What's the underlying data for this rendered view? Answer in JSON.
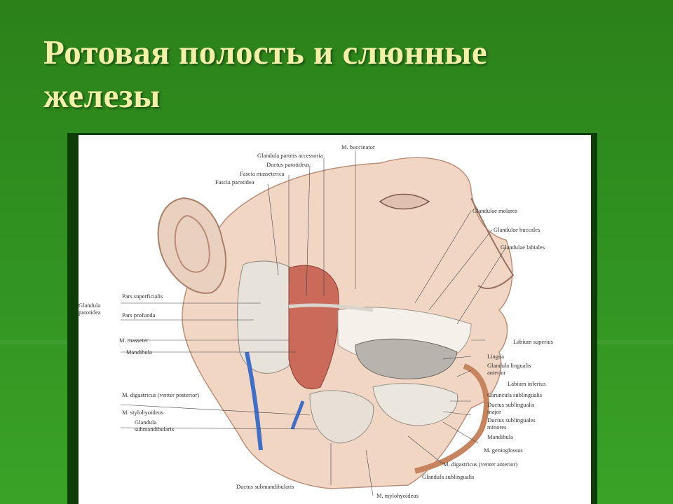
{
  "slide": {
    "title_line1": "Ротовая полость и слюнные",
    "title_line2": "железы",
    "accent_color": "#f3f0a8",
    "background_color": "#2f8a1f"
  },
  "figure": {
    "labels": {
      "m_buccinator": "M. buccinator",
      "glandula_parotis_accessoria": "Glandula parotis accessoria",
      "ductus_parotideus": "Ductus parotideus",
      "fascia_masseterica": "Fascia masseterica",
      "fascia_parotidea": "Fascia parotidea",
      "glandulae_molares": "Glandulae molares",
      "glandulae_buccales": "Glandulae buccales",
      "glandulae_labiales": "Glandulae labiales",
      "pars_superficialis": "Pars superficialis",
      "glandula_parotidea": "Glandula parotidea",
      "pars_profunda": "Pars profunda",
      "m_masseter": "M. masseter",
      "mandibula": "Mandibula",
      "labium_superius": "Labium superius",
      "lingua": "Lingua",
      "glandula_lingualis_anterior": "Glandula lingualis anterior",
      "labium_inferius": "Labium inferius",
      "caruncula_sublingualis": "Caruncula sublingualis",
      "m_digastricus_posterior": "M. digastricus (venter posterior)",
      "m_stylohyoideus": "M. stylohyoideus",
      "glandula_submandibularis": "Glandula submandibularis",
      "ductus_sublingualis_major": "Ductus sublingualis major",
      "ductus_sublinguales_minores": "Ductus sublinguales minores",
      "mandibula_2": "Mandibula",
      "m_genioglossus": "M. genioglossus",
      "m_digastricus_anterior": "M. digastricus (venter anterior)",
      "glandula_sublingualis": "Glandula sublingualis",
      "ductus_submandibularis": "Ductus submandibularis",
      "m_mylohyoideus": "M. mylohyoideus"
    }
  }
}
